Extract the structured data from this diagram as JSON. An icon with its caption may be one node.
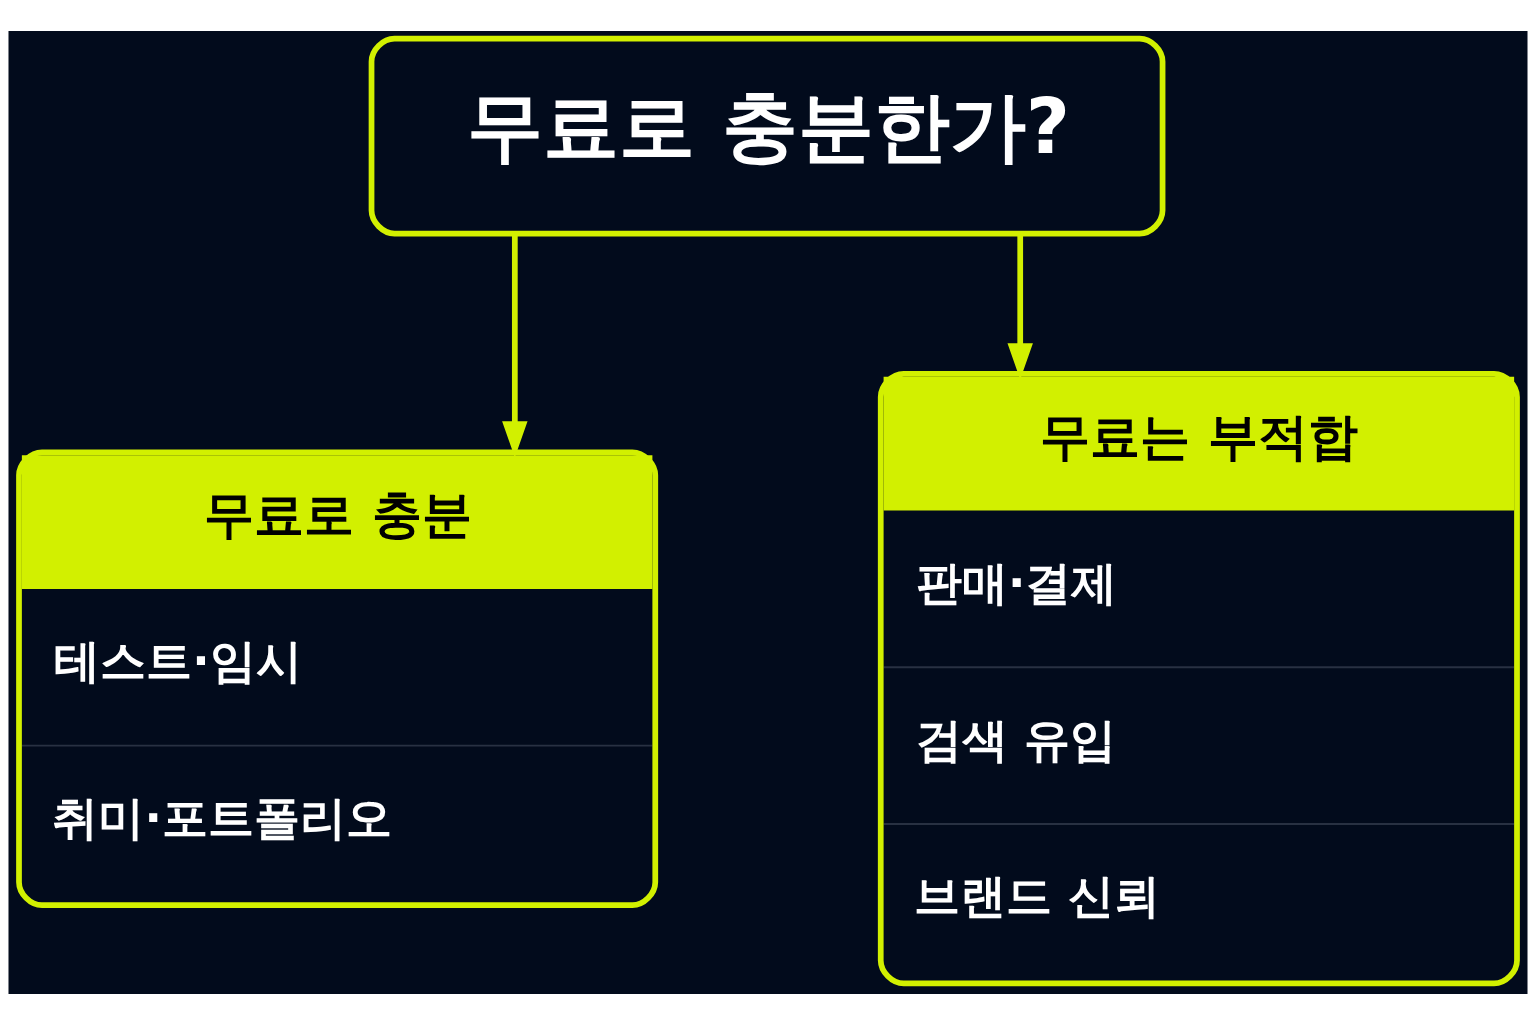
{
  "diagram": {
    "nodes": [
      {
        "text": [
          "무료로 충분한가?"
        ]
      },
      {
        "text": [
          "무료로 충분",
          "테스트·임시",
          "취미·포트폴리오"
        ]
      },
      {
        "text": [
          "무료는 부적합",
          "판매·결제",
          "검색 유입",
          "브랜드 신뢰"
        ]
      }
    ],
    "edges": [
      {
        "from": 0,
        "to": 1,
        "arrow": "to"
      },
      {
        "from": 0,
        "to": 2,
        "arrow": "to"
      }
    ]
  }
}
